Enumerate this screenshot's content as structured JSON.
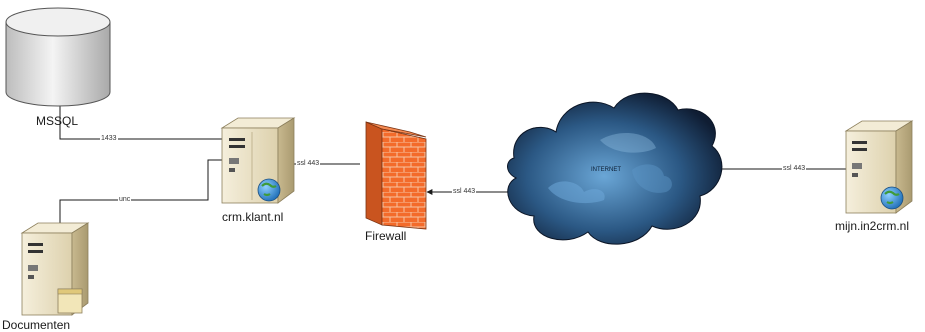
{
  "nodes": {
    "mssql": {
      "label": "MSSQL",
      "icon": "database-cylinder-icon"
    },
    "crm_server": {
      "label": "crm.klant.nl",
      "icon": "server-globe-icon"
    },
    "documents_server": {
      "label": "Documenten",
      "icon": "file-server-icon"
    },
    "firewall": {
      "label": "Firewall",
      "icon": "firewall-brick-icon"
    },
    "internet": {
      "label": "INTERNET",
      "icon": "cloud-icon"
    },
    "remote_server": {
      "label": "mijn.in2crm.nl",
      "icon": "server-globe-icon"
    }
  },
  "edges": {
    "crm_to_mssql": "1433",
    "crm_to_documents": "unc",
    "firewall_to_crm": "ssl 443",
    "internet_to_firewall": "ssl 443",
    "remote_to_internet": "ssl 443"
  },
  "colors": {
    "line": "#1a1a1a",
    "server_body": "#ece3c9",
    "server_side": "#c2b48e",
    "firewall_brick": "#f26a2a",
    "cloud_dark": "#12233d",
    "cloud_light": "#4f8fc0",
    "globe": "#3a8fd4"
  }
}
